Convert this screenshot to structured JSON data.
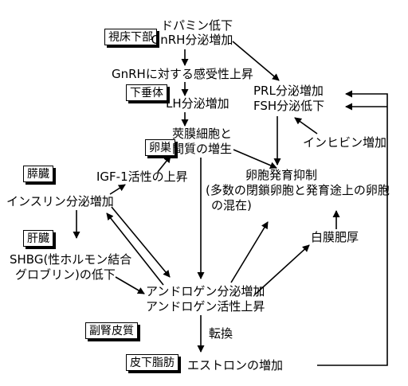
{
  "boxes": {
    "hypothalamus": "視床下部",
    "pituitary": "下垂体",
    "ovary": "卵巣",
    "pancreas": "膵臓",
    "liver": "肝臓",
    "adrenal_cortex": "副腎皮質",
    "subcutaneous_fat": "皮下脂肪"
  },
  "nodes": {
    "dopamine_line1": "ドパミン低下",
    "dopamine_line2": "GnRH分泌増加",
    "gnrh_sensitivity": "GnRHに対する感受性上昇",
    "lh": "LH分泌増加",
    "prl": "PRL分泌増加",
    "fsh": "FSH分泌低下",
    "theca_line1": "莢膜細胞と",
    "theca_line2": "間質の増生",
    "inhibin": "インヒビン増加",
    "igf": "IGF-1活性の上昇",
    "insulin": "インスリン分泌増加",
    "follicle_line1": "卵胞発育抑制",
    "follicle_line2": "(多数の閉鎖卵胞と発育途上の卵胞",
    "follicle_line3": "の混在)",
    "tunica": "白膜肥厚",
    "shbg_line1": "SHBG(性ホルモン結合",
    "shbg_line2": "グロブリン)の低下",
    "androgen_line1": "アンドロゲン分泌増加",
    "androgen_line2": "アンドロゲン活性上昇",
    "conversion": "転換",
    "estrone": "エストロンの増加"
  }
}
